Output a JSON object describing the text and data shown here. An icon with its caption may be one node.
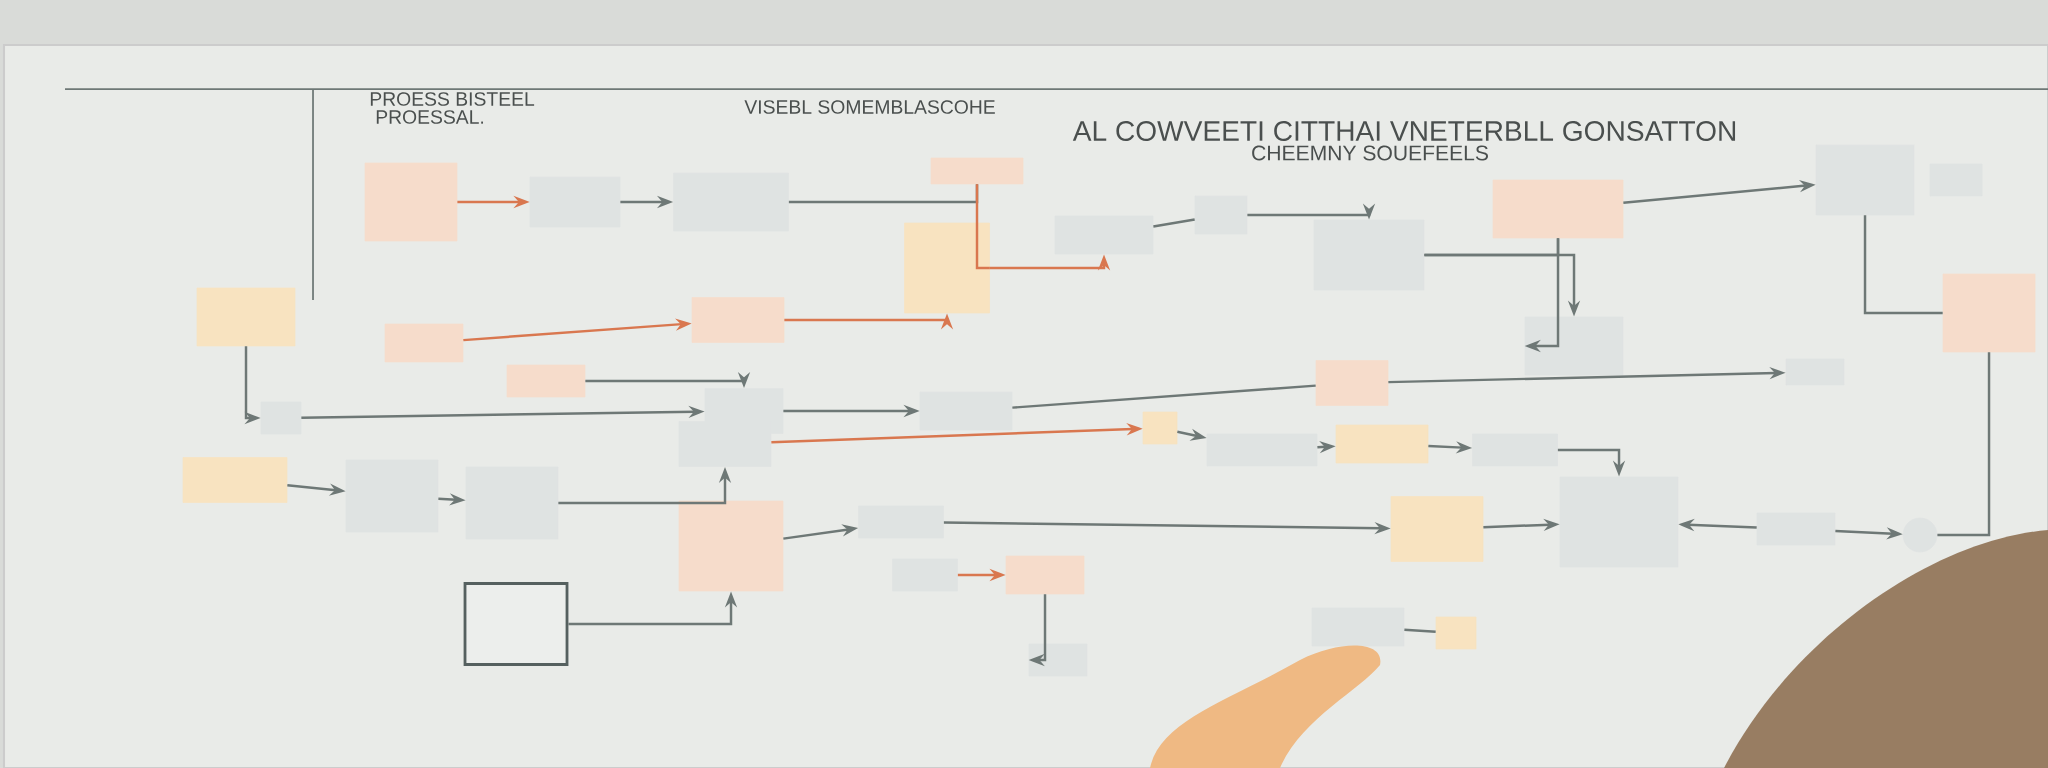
{
  "diagram": {
    "title": "AL COWVEETI CITTHAI VNETERBLL GONSATTON",
    "nodes": [
      {
        "text": [],
        "shape": "box"
      },
      {
        "text": [],
        "shape": "box"
      },
      {
        "text": [],
        "shape": "box"
      },
      {
        "text": [],
        "shape": "box"
      },
      {
        "text": [],
        "shape": "box"
      },
      {
        "text": [],
        "shape": "box"
      },
      {
        "text": [],
        "shape": "box"
      },
      {
        "text": [],
        "shape": "box"
      },
      {
        "text": [],
        "shape": "box"
      },
      {
        "text": [],
        "shape": "box"
      },
      {
        "text": [],
        "shape": "box"
      },
      {
        "text": [],
        "shape": "box"
      },
      {
        "text": [],
        "shape": "box"
      },
      {
        "text": [],
        "shape": "box"
      },
      {
        "text": [],
        "shape": "box"
      },
      {
        "text": [],
        "shape": "box"
      },
      {
        "text": [],
        "shape": "box"
      },
      {
        "text": [],
        "shape": "box"
      },
      {
        "text": [],
        "shape": "box"
      },
      {
        "text": [],
        "shape": "box"
      },
      {
        "text": [],
        "shape": "box"
      },
      {
        "text": [],
        "shape": "box"
      },
      {
        "text": [],
        "shape": "box"
      },
      {
        "text": [],
        "shape": "box"
      },
      {
        "text": [],
        "shape": "box"
      },
      {
        "text": [],
        "shape": "box"
      },
      {
        "text": [],
        "shape": "box"
      },
      {
        "text": [],
        "shape": "box"
      },
      {
        "text": [],
        "shape": "box"
      },
      {
        "text": [],
        "shape": "box"
      },
      {
        "text": [],
        "shape": "box"
      },
      {
        "text": [],
        "shape": "box"
      },
      {
        "text": [],
        "shape": "box"
      },
      {
        "text": [],
        "shape": "box"
      },
      {
        "text": [],
        "shape": "box"
      },
      {
        "text": [],
        "shape": "box"
      },
      {
        "text": [],
        "shape": "box"
      },
      {
        "text": [],
        "shape": "box"
      },
      {
        "text": [],
        "shape": "box"
      },
      {
        "text": [],
        "shape": "box"
      },
      {
        "text": [],
        "shape": "circle"
      },
      {
        "text": [],
        "shape": "box"
      }
    ],
    "edges": [
      {
        "from": 0,
        "to": 1,
        "arrow": "to",
        "color": "#d9774f"
      },
      {
        "from": 1,
        "to": 2,
        "arrow": "to"
      },
      {
        "from": 2,
        "to": 3,
        "arrow": "none"
      },
      {
        "from": 3,
        "to": 4,
        "arrow": "none",
        "color": "#d9774f"
      },
      {
        "from": 4,
        "to": 5,
        "arrow": "to",
        "color": "#d9774f"
      },
      {
        "from": 5,
        "to": 6,
        "arrow": "none"
      },
      {
        "from": 6,
        "to": 7,
        "arrow": "to"
      },
      {
        "from": 7,
        "to": 8,
        "arrow": "none"
      },
      {
        "from": 8,
        "to": 9,
        "arrow": "to"
      },
      {
        "from": 9,
        "to": 11,
        "arrow": "none"
      },
      {
        "from": 7,
        "to": 15,
        "arrow": "to"
      },
      {
        "from": 8,
        "to": 15,
        "arrow": "to"
      },
      {
        "from": 12,
        "to": 17,
        "arrow": "to"
      },
      {
        "from": 14,
        "to": 4,
        "arrow": "to",
        "color": "#d9774f"
      },
      {
        "from": 16,
        "to": 18,
        "arrow": "to"
      },
      {
        "from": 17,
        "to": 18,
        "arrow": "to"
      },
      {
        "from": 18,
        "to": 19,
        "arrow": "to"
      },
      {
        "from": 19,
        "to": 20,
        "arrow": "none"
      },
      {
        "from": 20,
        "to": 21,
        "arrow": "to"
      },
      {
        "from": 22,
        "to": 23,
        "arrow": "to"
      },
      {
        "from": 23,
        "to": 24,
        "arrow": "to"
      },
      {
        "from": 24,
        "to": 25,
        "arrow": "to"
      },
      {
        "from": 25,
        "to": 26,
        "arrow": "to",
        "color": "#d9774f"
      },
      {
        "from": 26,
        "to": 27,
        "arrow": "to"
      },
      {
        "from": 27,
        "to": 28,
        "arrow": "to"
      },
      {
        "from": 28,
        "to": 29,
        "arrow": "to"
      },
      {
        "from": 29,
        "to": 33,
        "arrow": "to"
      },
      {
        "from": 34,
        "to": 33,
        "arrow": "to"
      },
      {
        "from": 34,
        "to": 40,
        "arrow": "to"
      },
      {
        "from": 30,
        "to": 31,
        "arrow": "to"
      },
      {
        "from": 31,
        "to": 32,
        "arrow": "to"
      },
      {
        "from": 32,
        "to": 33,
        "arrow": "to"
      },
      {
        "from": 35,
        "to": 30,
        "arrow": "to"
      },
      {
        "from": 37,
        "to": 36,
        "arrow": "to",
        "color": "#d9774f"
      },
      {
        "from": 38,
        "to": 39,
        "arrow": "none"
      },
      {
        "from": 36,
        "to": 41,
        "arrow": "to"
      },
      {
        "from": 11,
        "to": 40,
        "arrow": "none"
      },
      {
        "from": 13,
        "to": 14,
        "arrow": "to",
        "color": "#d9774f"
      }
    ],
    "labels": [
      "PROESS BISTEEL",
      "PROESSAL.",
      "VISEBL SOMEMBLASCOHE",
      "CHEEMNY SOUEFEELS"
    ]
  }
}
